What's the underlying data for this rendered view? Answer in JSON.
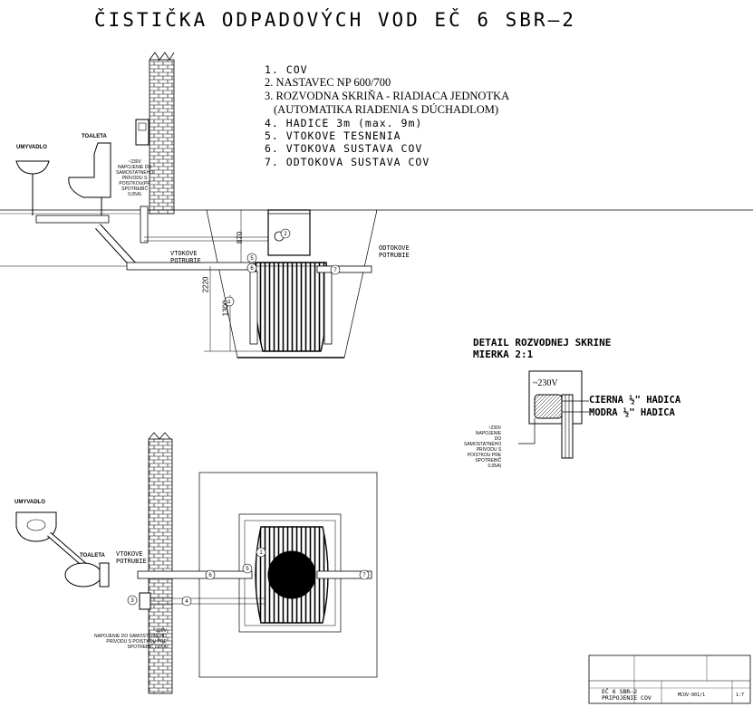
{
  "title": "ČISTIČKA ODPADOVÝCH VOD EČ 6 SBR–2",
  "legend": [
    {
      "text": "1. COV",
      "style": "mono"
    },
    {
      "text": "2.  NASTAVEC NP 600/700",
      "style": "serif"
    },
    {
      "text": "3.  ROZVODNA SKRIŇA - RIADIACA JEDNOTKA",
      "style": "serif"
    },
    {
      "text": "(AUTOMATIKA RIADENIA S DÚCHADLOM)",
      "style": "serif"
    },
    {
      "text": "4. HADICE 3m (max. 9m)",
      "style": "mono"
    },
    {
      "text": "5. VTOKOVE TESNENIA",
      "style": "mono"
    },
    {
      "text": "6. VTOKOVA SUSTAVA COV",
      "style": "mono"
    },
    {
      "text": "7. ODTOKOVA SUSTAVA COV",
      "style": "mono"
    }
  ],
  "section_labels": {
    "umyvadlo": "UMYVADLO",
    "toaleta": "TOALETA",
    "outlet_pipe": "ODTOKOVE\nPOTRUBIE",
    "inlet_pipe": "VTOKOVE\nPOTRUBIE",
    "note_230v": "~230V\nNAPOJENIE DO\nSAMOSTATNÉHO\nPRÍVODU S\nPOISTKOU(PR\nSPOTREBIČ\n0,05A)",
    "dim_870": "870",
    "dim_2220": "2220",
    "dim_1300": "1300"
  },
  "plan_labels": {
    "umyvadlo": "UMYVADLO",
    "toaleta": "TOALETA",
    "inlet_pipe": "VTOKOVE\nPOTRUBIE",
    "note_230v": "~230V\nNAPOJENIE DO SAMOSTATNÉHO\nPRÍVODU S POISTKOU PRE\nSPOTREBIČ 0,05A"
  },
  "detail": {
    "title_line1": "DETAIL ROZVODNEJ SKRINE",
    "title_line2": "MIERKA 2:1",
    "voltage": "~230V",
    "hose_black": "CIERNA ½\" HADICA",
    "hose_blue": "MODRA ½\" HADICA",
    "note": "~230V\nNAPOJENIE\nDO\nSAMOSTATNÉHO\nPRÍVODU S\nPOISTKOU PRE\nSPOTREBIČ\n0,05A)"
  },
  "title_block": {
    "name_line1": "EČ 6 SBR–2",
    "name_line2": "PRIPOJENIE COV",
    "drawing_no": "MCOV-001/1",
    "sheet": "1:7"
  }
}
